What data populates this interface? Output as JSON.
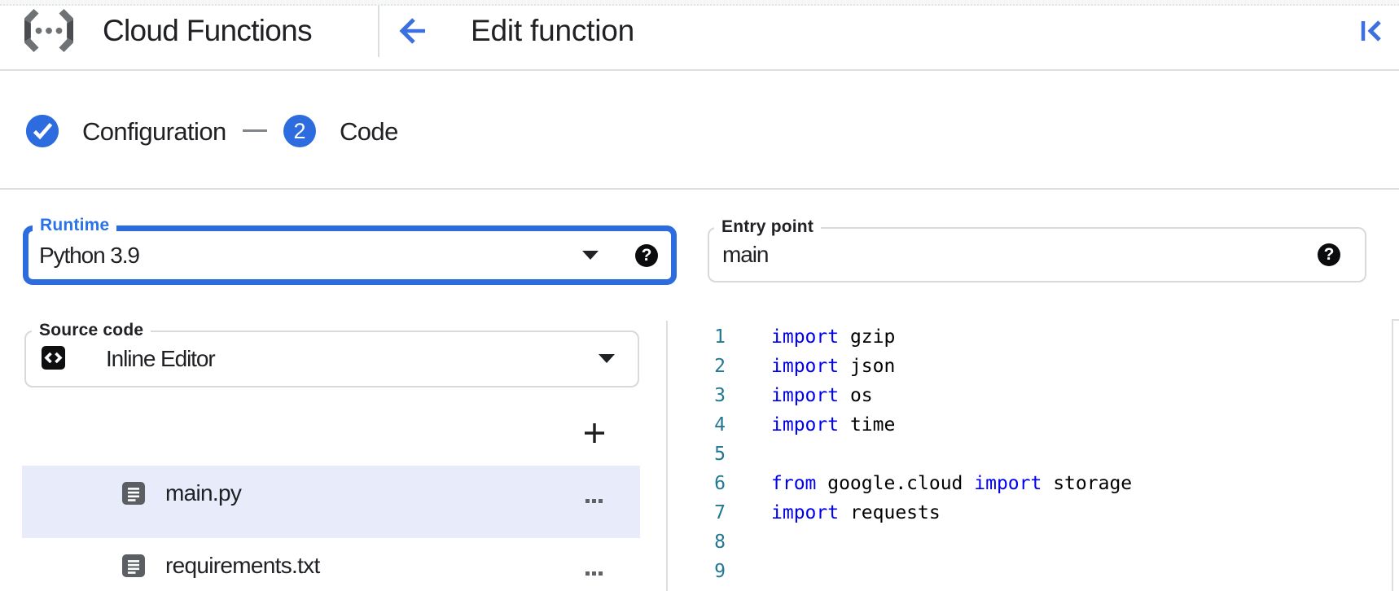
{
  "header": {
    "product": "Cloud Functions",
    "page_title": "Edit function"
  },
  "stepper": {
    "steps": [
      {
        "label": "Configuration",
        "status": "completed"
      },
      {
        "label": "Code",
        "number": "2",
        "status": "current"
      }
    ]
  },
  "form": {
    "help_glyph": "?",
    "runtime": {
      "label": "Runtime",
      "value": "Python 3.9",
      "focused": true
    },
    "entry_point": {
      "label": "Entry point",
      "value": "main"
    },
    "source_code": {
      "label": "Source code",
      "value": "Inline Editor"
    }
  },
  "files": {
    "items": [
      {
        "name": "main.py",
        "selected": true
      },
      {
        "name": "requirements.txt",
        "selected": false
      }
    ]
  },
  "editor": {
    "lines": [
      {
        "num": "1",
        "tokens": [
          {
            "t": "kw",
            "v": "import"
          },
          {
            "t": "pl",
            "v": " gzip"
          }
        ]
      },
      {
        "num": "2",
        "tokens": [
          {
            "t": "kw",
            "v": "import"
          },
          {
            "t": "pl",
            "v": " json"
          }
        ]
      },
      {
        "num": "3",
        "tokens": [
          {
            "t": "kw",
            "v": "import"
          },
          {
            "t": "pl",
            "v": " os"
          }
        ]
      },
      {
        "num": "4",
        "tokens": [
          {
            "t": "kw",
            "v": "import"
          },
          {
            "t": "pl",
            "v": " time"
          }
        ]
      },
      {
        "num": "5",
        "tokens": []
      },
      {
        "num": "6",
        "tokens": [
          {
            "t": "kw",
            "v": "from"
          },
          {
            "t": "pl",
            "v": " google.cloud "
          },
          {
            "t": "kw",
            "v": "import"
          },
          {
            "t": "pl",
            "v": " storage"
          }
        ]
      },
      {
        "num": "7",
        "tokens": [
          {
            "t": "kw",
            "v": "import"
          },
          {
            "t": "pl",
            "v": " requests"
          }
        ]
      },
      {
        "num": "8",
        "tokens": []
      },
      {
        "num": "9",
        "tokens": []
      }
    ]
  },
  "colors": {
    "accent_blue": "#2d6cdf",
    "icon_blue": "#3b70de",
    "label_blue": "#2b72e8",
    "text": "#202124",
    "secondary_gray": "#5f6368",
    "divider": "#dcdee1",
    "selected_row_bg": "#e7ebfa",
    "keyword_blue": "#0000f0",
    "line_number_teal": "#237893"
  }
}
